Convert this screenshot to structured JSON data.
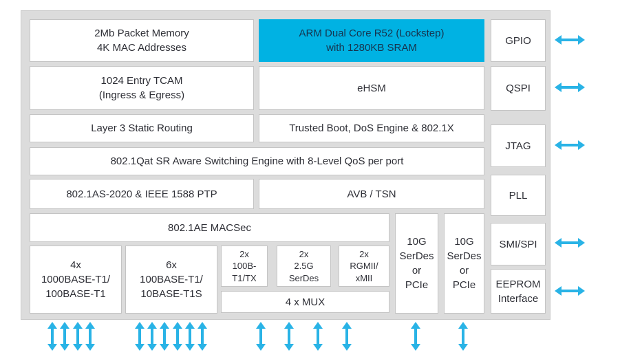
{
  "colors": {
    "accent_cyan": "#00b2e3",
    "arrow_cyan": "#29b3e6",
    "board_background": "#dcdcdc",
    "block_border": "#c4c4c4",
    "text": "#2e2f36",
    "text_on_cyan": "#16344e"
  },
  "board": {
    "memory": {
      "line1": "2Mb Packet Memory",
      "line2": "4K MAC Addresses"
    },
    "cpu": {
      "line1": "ARM Dual Core R52 (Lockstep)",
      "line2": "with 1280KB SRAM"
    },
    "tcam": {
      "line1": "1024 Entry TCAM",
      "line2": "(Ingress & Egress)"
    },
    "ehsm": {
      "label": "eHSM"
    },
    "routing": {
      "label": "Layer 3 Static Routing"
    },
    "security": {
      "label": "Trusted Boot, DoS Engine & 802.1X"
    },
    "switching": {
      "label": "802.1Qat SR Aware  Switching Engine with 8-Level QoS per port"
    },
    "ptp": {
      "label": "802.1AS-2020 & IEEE 1588 PTP"
    },
    "avb": {
      "label": "AVB / TSN"
    },
    "macsec": {
      "label": "802.1AE MACSec"
    },
    "phy_gige": {
      "line1": "4x",
      "line2": "1000BASE-T1/",
      "line3": "100BASE-T1"
    },
    "phy_fe": {
      "line1": "6x",
      "line2": "100BASE-T1/",
      "line3": "10BASE-T1S"
    },
    "phy_100b": {
      "line1": "2x",
      "line2": "100B-",
      "line3": "T1/TX"
    },
    "serdes_25g": {
      "line1": "2x",
      "line2": "2.5G",
      "line3": "SerDes"
    },
    "rgmii": {
      "line1": "2x",
      "line2": "RGMII/",
      "line3": "xMII"
    },
    "mux": {
      "label": "4 x MUX"
    },
    "serdes_10g_a": {
      "line1": "10G",
      "line2": "SerDes",
      "line3": "or",
      "line4": "PCIe"
    },
    "serdes_10g_b": {
      "line1": "10G",
      "line2": "SerDes",
      "line3": "or",
      "line4": "PCIe"
    }
  },
  "io": {
    "gpio": {
      "label": "GPIO"
    },
    "qspi": {
      "label": "QSPI"
    },
    "jtag": {
      "label": "JTAG"
    },
    "pll": {
      "label": "PLL"
    },
    "smi_spi": {
      "label": "SMI/SPI"
    },
    "eeprom": {
      "line1": "EEPROM",
      "line2": "Interface"
    }
  }
}
